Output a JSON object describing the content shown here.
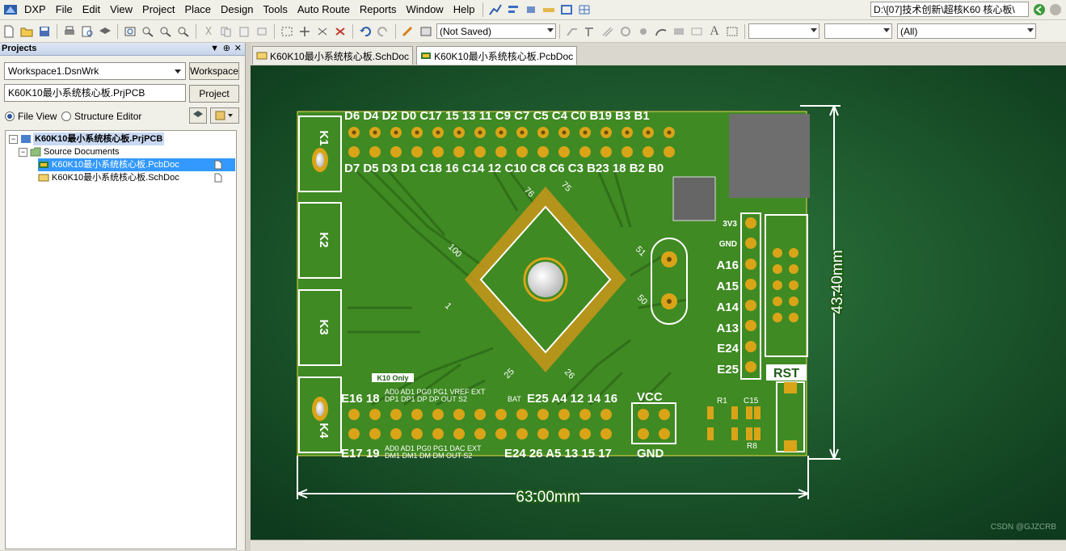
{
  "menu": {
    "items": [
      "DXP",
      "File",
      "Edit",
      "View",
      "Project",
      "Place",
      "Design",
      "Tools",
      "Auto Route",
      "Reports",
      "Window",
      "Help"
    ],
    "path": "D:\\[07]技术创新\\超核K60 核心板\\"
  },
  "toolbar2": {
    "saved_status": "(Not Saved)",
    "filter_value": "(All)"
  },
  "projects_panel": {
    "title": "Projects",
    "workspace_combo": "Workspace1.DsnWrk",
    "workspace_button": "Workspace",
    "project_field": "K60K10最小系统核心板.PrjPCB",
    "project_button": "Project",
    "view_file": "File View",
    "view_structure": "Structure Editor",
    "tree": {
      "project": "K60K10最小系统核心板.PrjPCB",
      "folder": "Source Documents",
      "files": [
        "K60K10最小系统核心板.PcbDoc",
        "K60K10最小系统核心板.SchDoc"
      ]
    }
  },
  "doc_tabs": [
    "K60K10最小系统核心板.SchDoc",
    "K60K10最小系统核心板.PcbDoc"
  ],
  "pcb": {
    "top_labels": "D6 D4 D2 D0 C17 15 13 11 C9 C7 C5 C4 C0 B19 B3 B1",
    "top_labels2": "D7 D5 D3 D1 C18 16 C14 12 C10 C8 C6 C3 B23 18 B2 B0",
    "bottom_labels1": "E16 18",
    "bottom_labels1b": "E25 A4 12 14 16",
    "bottom_labels2": "E17 19",
    "bottom_labels2b": "E24 26 A5 13 15 17",
    "vcc": "VCC",
    "gnd": "GND",
    "k_labels": [
      "K1",
      "K2",
      "K3",
      "K4"
    ],
    "side_labels": [
      "3V3",
      "GND",
      "A16",
      "A15",
      "A14",
      "A13",
      "E24",
      "E25"
    ],
    "rst": "RST",
    "dim_h": "63.00mm",
    "dim_v": "43.40mm",
    "k10_only": "K10 Only",
    "small_top": "AD0 AD1 PG0 PG1 VREF EXT",
    "small_top2": "DP1 DP1 DP  DP  OUT S2",
    "bat": "BAT",
    "small_bot": "AD0 AD1 PG0 PG1 DAC EXT",
    "small_bot2": "DM1 DM1 DM  DM  OUT S2",
    "r1": "R1",
    "c15": "C15",
    "r8": "R8",
    "pin_nums": [
      "76",
      "75",
      "100",
      "51",
      "50",
      "1",
      "25",
      "26"
    ]
  },
  "watermark": "CSDN @GJZCRB"
}
